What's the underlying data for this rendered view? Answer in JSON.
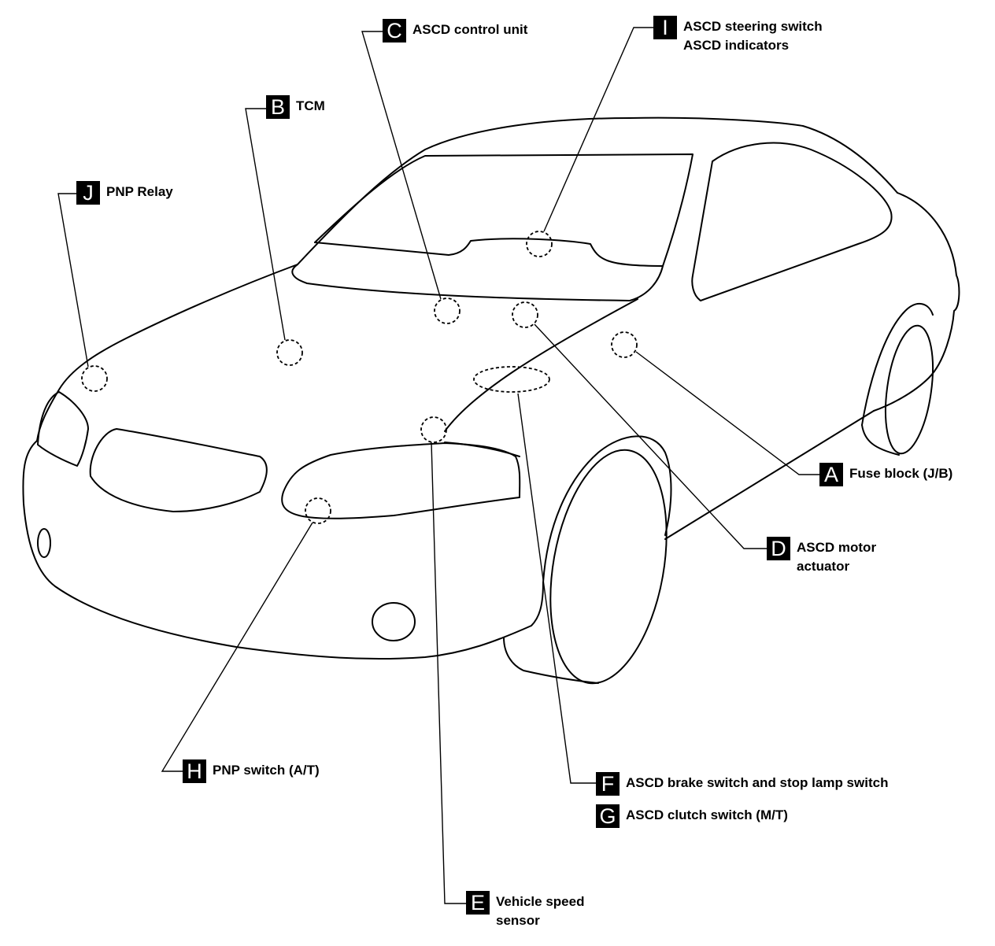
{
  "callouts": [
    {
      "id": "A",
      "label": "Fuse block (J/B)"
    },
    {
      "id": "B",
      "label": "TCM"
    },
    {
      "id": "C",
      "label": "ASCD control unit"
    },
    {
      "id": "D",
      "label": "ASCD motor\nactuator"
    },
    {
      "id": "E",
      "label": "Vehicle speed\nsensor"
    },
    {
      "id": "F",
      "label": "ASCD brake switch and stop lamp switch"
    },
    {
      "id": "G",
      "label": "ASCD clutch switch (M/T)"
    },
    {
      "id": "H",
      "label": "PNP switch (A/T)"
    },
    {
      "id": "I",
      "label": "ASCD steering switch\nASCD indicators"
    },
    {
      "id": "J",
      "label": "PNP Relay"
    }
  ]
}
